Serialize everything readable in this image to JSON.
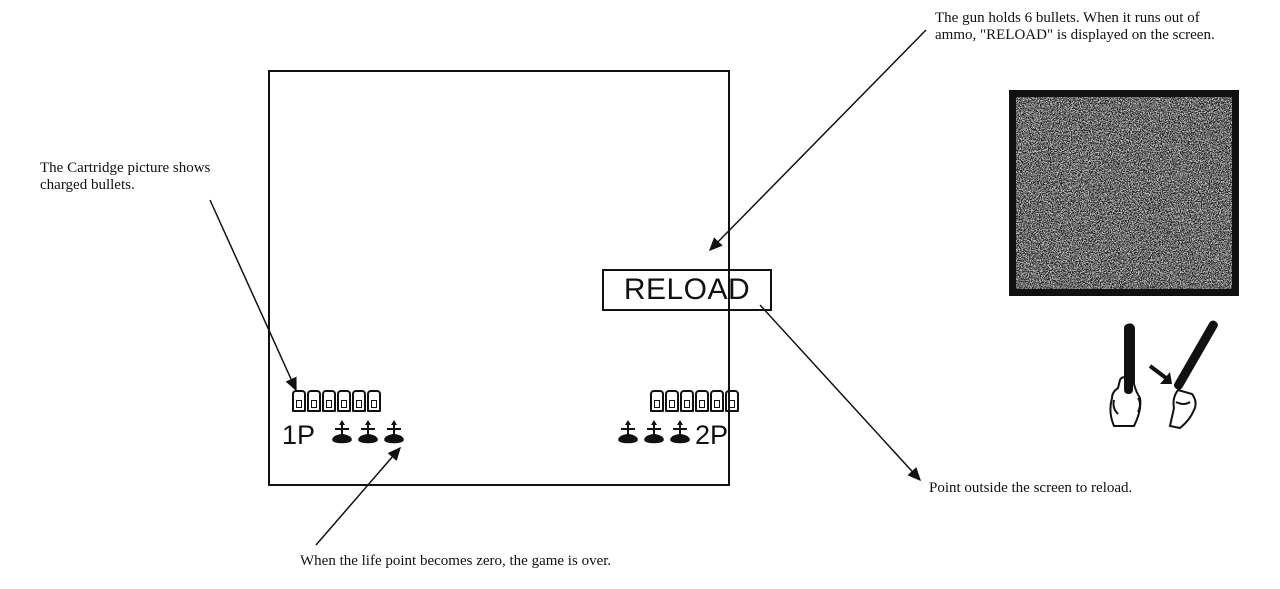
{
  "notes": {
    "reload": "The gun holds 6 bullets.  When it runs out of ammo, \"RELOAD\" is displayed on the screen.",
    "cartridge": "The Cartridge picture shows charged bullets.",
    "point_outside": "Point outside the screen to reload.",
    "game_over": "When the life point becomes zero, the game is over."
  },
  "screen": {
    "reload_label": "RELOAD",
    "p1_label": "1P",
    "p2_label": "2P",
    "bullets_per_player": 6,
    "lives_per_player": 3
  },
  "icons": {
    "bullet": "cartridge-icon",
    "life": "life-point-icon",
    "hand_up": "hand-pointing-up-icon",
    "arrow": "arrow-icon",
    "hand_aside": "hand-pointing-aside-icon"
  }
}
